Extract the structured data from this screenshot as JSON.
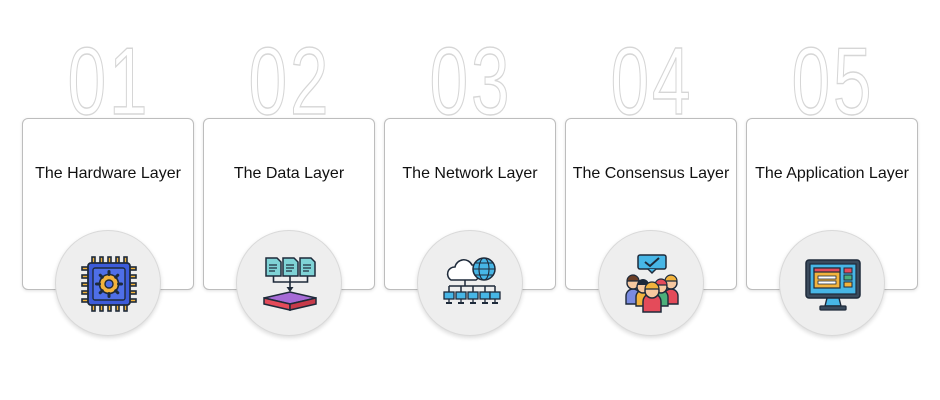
{
  "layers": [
    {
      "number": "01",
      "label": "The Hardware Layer",
      "icon": "cpu-chip-icon"
    },
    {
      "number": "02",
      "label": "The Data Layer",
      "icon": "data-documents-icon"
    },
    {
      "number": "03",
      "label": "The Network Layer",
      "icon": "cloud-network-icon"
    },
    {
      "number": "04",
      "label": "The Consensus Layer",
      "icon": "consensus-group-icon"
    },
    {
      "number": "05",
      "label": "The Application Layer",
      "icon": "application-monitor-icon"
    }
  ],
  "colors": {
    "card_border": "#bdbdbd",
    "number_outline": "#d6d6d6",
    "icon_circle": "#eeeeee",
    "text": "#111111"
  }
}
